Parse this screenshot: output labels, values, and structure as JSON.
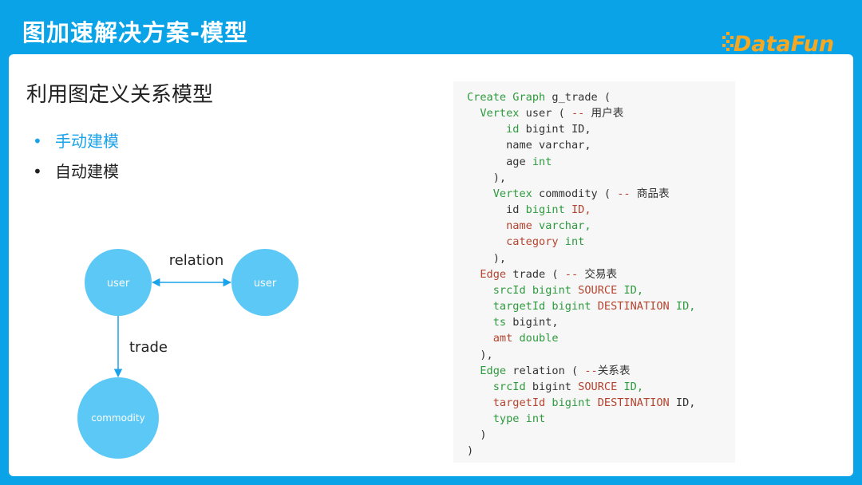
{
  "header": {
    "title": "图加速解决方案-模型"
  },
  "logo": {
    "text": "DataFun."
  },
  "slide": {
    "title": "利用图定义关系模型",
    "bullets": [
      {
        "label": "手动建模",
        "active": true
      },
      {
        "label": "自动建模",
        "active": false
      }
    ]
  },
  "diagram": {
    "nodes": {
      "user_left": "user",
      "user_right": "user",
      "commodity": "commodity"
    },
    "edges": {
      "relation": "relation",
      "trade": "trade"
    }
  },
  "code": {
    "lines": [
      [
        [
          "Create Graph",
          "k"
        ],
        [
          " g_trade (",
          "p"
        ]
      ],
      [
        [
          "  Vertex",
          "k"
        ],
        [
          " user ( ",
          "p"
        ],
        [
          "--",
          "r"
        ],
        [
          " 用户表",
          "p"
        ]
      ],
      [
        [
          "      id",
          "k"
        ],
        [
          " bigint ID,",
          "p"
        ]
      ],
      [
        [
          "      name varchar,",
          "p"
        ]
      ],
      [
        [
          "      age",
          "p"
        ],
        [
          " int",
          "k"
        ]
      ],
      [
        [
          "    ),",
          "p"
        ]
      ],
      [
        [
          "    Vertex",
          "k"
        ],
        [
          " commodity ( ",
          "p"
        ],
        [
          "--",
          "r"
        ],
        [
          " 商品表",
          "p"
        ]
      ],
      [
        [
          "      id",
          "p"
        ],
        [
          " bigint",
          "k"
        ],
        [
          " ID,",
          "r"
        ]
      ],
      [
        [
          "      name",
          "r"
        ],
        [
          " varchar,",
          "k"
        ]
      ],
      [
        [
          "      category",
          "r"
        ],
        [
          " int",
          "k"
        ]
      ],
      [
        [
          "    ),",
          "p"
        ]
      ],
      [
        [
          "  Edge",
          "r"
        ],
        [
          " trade ( ",
          "p"
        ],
        [
          "--",
          "r"
        ],
        [
          " 交易表",
          "p"
        ]
      ],
      [
        [
          "    srcId",
          "k"
        ],
        [
          " bigint",
          "k"
        ],
        [
          " SOURCE",
          "r"
        ],
        [
          " ID,",
          "k"
        ]
      ],
      [
        [
          "    targetId",
          "k"
        ],
        [
          " bigint",
          "k"
        ],
        [
          " DESTINATION",
          "r"
        ],
        [
          " ID,",
          "k"
        ]
      ],
      [
        [
          "    ts",
          "k"
        ],
        [
          " bigint,",
          "p"
        ]
      ],
      [
        [
          "    amt",
          "r"
        ],
        [
          " double",
          "k"
        ]
      ],
      [
        [
          "  ),",
          "p"
        ]
      ],
      [
        [
          "  Edge",
          "k"
        ],
        [
          " relation ( ",
          "p"
        ],
        [
          "--",
          "r"
        ],
        [
          "关系表",
          "p"
        ]
      ],
      [
        [
          "    srcId",
          "k"
        ],
        [
          " bigint",
          "p"
        ],
        [
          " SOURCE",
          "r"
        ],
        [
          " ID,",
          "k"
        ]
      ],
      [
        [
          "    targetId",
          "r"
        ],
        [
          " bigint",
          "k"
        ],
        [
          " DESTINATION",
          "r"
        ],
        [
          " ID,",
          "p"
        ]
      ],
      [
        [
          "    type",
          "k"
        ],
        [
          " int",
          "k"
        ]
      ],
      [
        [
          "  )",
          "p"
        ]
      ],
      [
        [
          ")",
          "p"
        ]
      ]
    ]
  },
  "colors": {
    "brand_blue": "#0aa3e8",
    "node_fill": "#5bc8f5",
    "active_bullet": "#1aa3e8",
    "code_keyword": "#2e9a3e",
    "code_red": "#b5442f"
  }
}
